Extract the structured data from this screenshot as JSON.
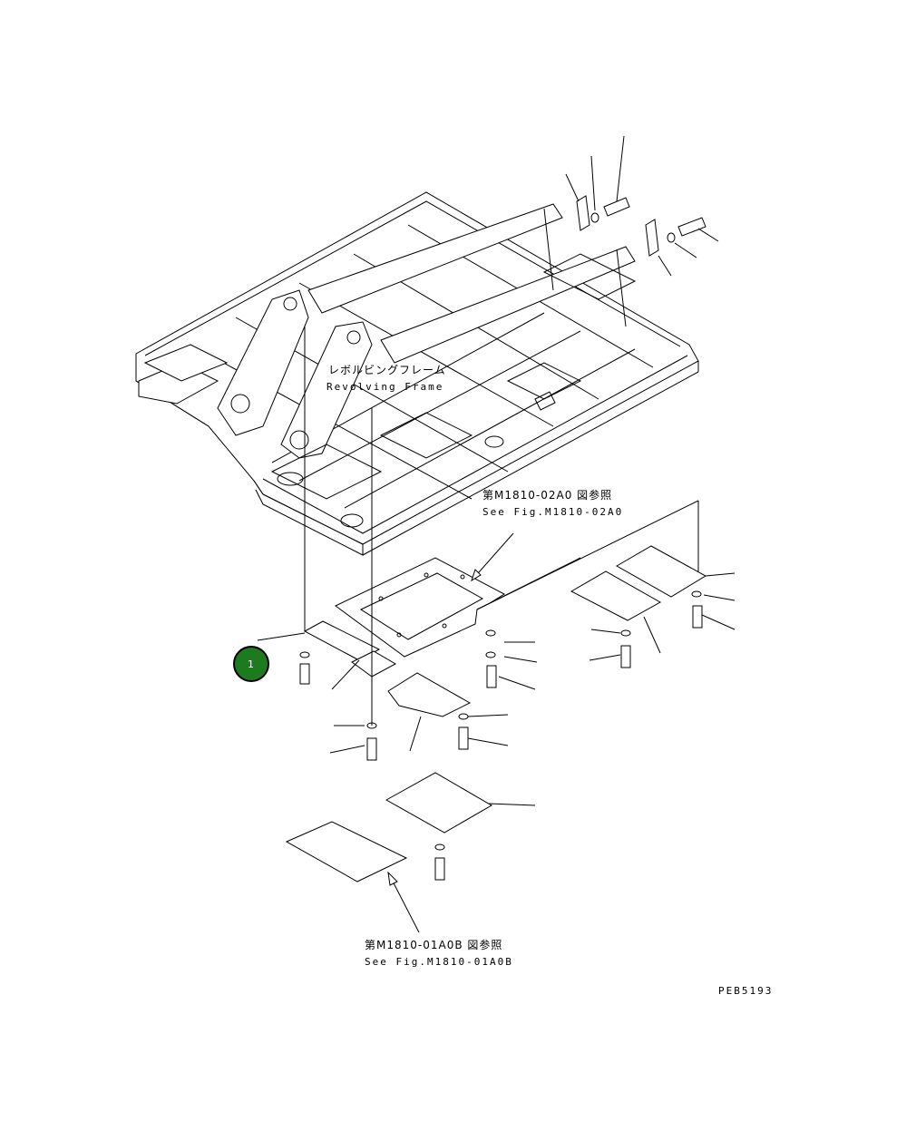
{
  "labels": {
    "frame_jp": "レボルビングフレーム",
    "frame_en": "Revolving Frame",
    "ref_a_jp": "第M1810-02A0 図参照",
    "ref_a_en": "See Fig.M1810-02A0",
    "ref_b_jp": "第M1810-01A0B 図参照",
    "ref_b_en": "See Fig.M1810-01A0B",
    "drawing_id": "PEB5193"
  },
  "callouts": [
    {
      "number": "1",
      "color": "#1e7a1e"
    }
  ]
}
